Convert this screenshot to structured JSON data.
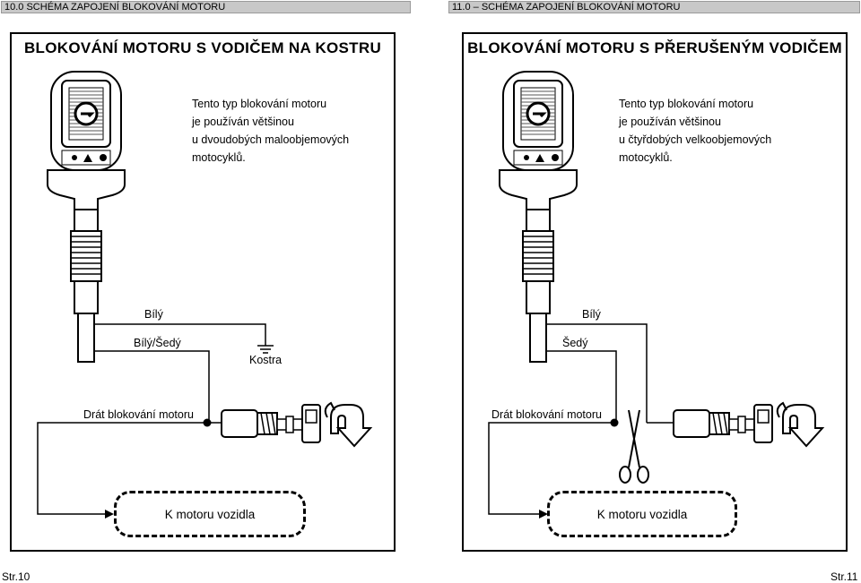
{
  "left_page": {
    "header": "10.0 SCHÉMA ZAPOJENÍ BLOKOVÁNÍ MOTORU",
    "title": "BLOKOVÁNÍ MOTORU S VODIČEM NA KOSTRU",
    "description": [
      "Tento typ blokování motoru",
      "je používán většinou",
      "u dvoudobých maloobjemových",
      "motocyklů."
    ],
    "wire_labels": {
      "white": "Bílý",
      "white_grey": "Bílý/Šedý",
      "ground": "Kostra",
      "block_wire": "Drát blokování motoru"
    },
    "engine_box": "K motoru vozidla",
    "page_number": "Str.10"
  },
  "right_page": {
    "header": "11.0 – SCHÉMA ZAPOJENÍ BLOKOVÁNÍ MOTORU",
    "title": "BLOKOVÁNÍ MOTORU S PŘERUŠENÝM VODIČEM",
    "description": [
      "Tento typ blokování motoru",
      "je používán většinou",
      "u čtyřdobých velkoobjemových",
      "motocyklů."
    ],
    "wire_labels": {
      "white": "Bílý",
      "grey": "Šedý",
      "block_wire": "Drát blokování motoru"
    },
    "engine_box": "K motoru vozidla",
    "page_number": "Str.11"
  },
  "icons": [
    "siren-unit-icon",
    "ground-symbol-icon",
    "scissors-icon",
    "ignition-key-switch-icon",
    "turn-arrow-icon"
  ]
}
